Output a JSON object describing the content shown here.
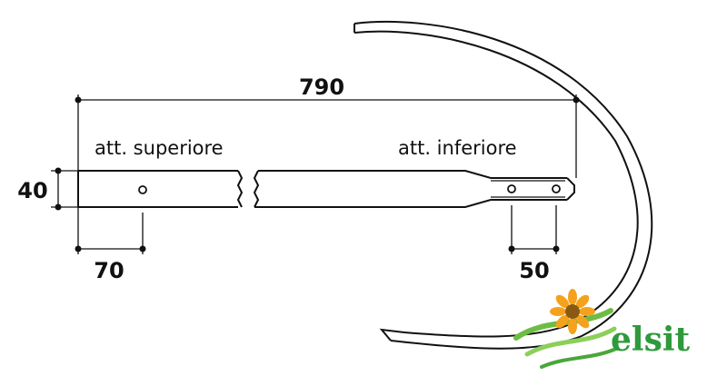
{
  "dimensions": {
    "overall_length": "790",
    "height": "40",
    "upper_hole_offset": "70",
    "lower_hole_spacing": "50"
  },
  "labels": {
    "upper_attachment": "att. superiore",
    "lower_attachment": "att. inferiore"
  },
  "logo": {
    "text": "elsit",
    "text_color": "#2e9a3c",
    "flower_color": "#f4a21d",
    "flower_center_color": "#8a5a12",
    "swoosh_color": "#6dbd45"
  },
  "drawing": {
    "line_color": "#111111"
  }
}
